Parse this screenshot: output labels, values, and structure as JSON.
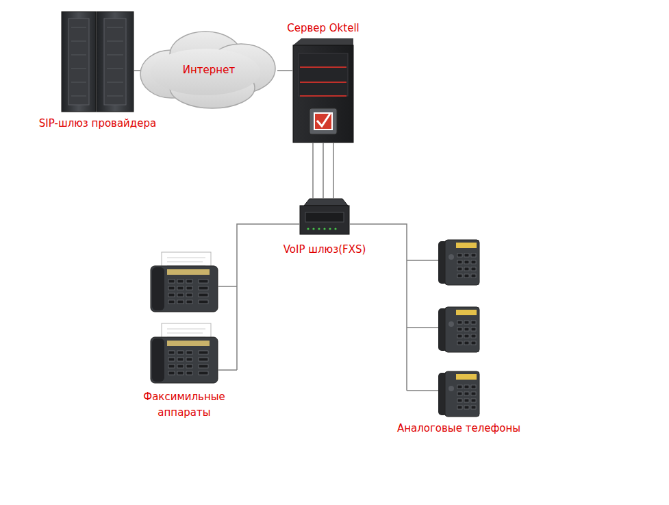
{
  "diagram": {
    "nodes": [
      {
        "text": [
          "SIP-шлюз провайдера"
        ]
      },
      {
        "text": [
          "Интернет"
        ]
      },
      {
        "text": [
          "Сервер Oktell"
        ]
      },
      {
        "text": [
          "VoIP шлюз(FXS)"
        ]
      },
      {
        "text": [
          "Факсимильные аппараты"
        ]
      },
      {
        "text": [
          "Аналоговые телефоны"
        ]
      }
    ],
    "edges": [
      {
        "from": 0,
        "to": 1,
        "arrow": "none"
      },
      {
        "from": 1,
        "to": 2,
        "arrow": "none"
      },
      {
        "from": 2,
        "to": 3,
        "arrow": "none"
      },
      {
        "from": 3,
        "to": 4,
        "arrow": "none"
      },
      {
        "from": 3,
        "to": 5,
        "arrow": "none"
      }
    ]
  }
}
